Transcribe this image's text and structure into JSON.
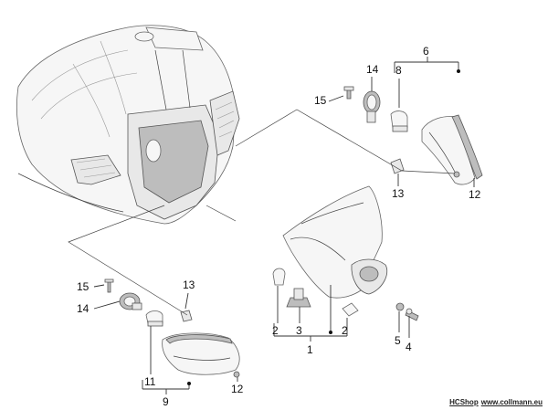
{
  "diagram": {
    "callouts": [
      {
        "id": "c6",
        "label": "6"
      },
      {
        "id": "c8",
        "label": "8"
      },
      {
        "id": "c14a",
        "label": "14"
      },
      {
        "id": "c15a",
        "label": "15"
      },
      {
        "id": "c13a",
        "label": "13"
      },
      {
        "id": "c12a",
        "label": "12"
      },
      {
        "id": "c15b",
        "label": "15"
      },
      {
        "id": "c13b",
        "label": "13"
      },
      {
        "id": "c14b",
        "label": "14"
      },
      {
        "id": "c2a",
        "label": "2"
      },
      {
        "id": "c3",
        "label": "3"
      },
      {
        "id": "c2b",
        "label": "2"
      },
      {
        "id": "c1",
        "label": "1"
      },
      {
        "id": "c5",
        "label": "5"
      },
      {
        "id": "c4",
        "label": "4"
      },
      {
        "id": "c11",
        "label": "11"
      },
      {
        "id": "c12b",
        "label": "12"
      },
      {
        "id": "c9",
        "label": "9"
      }
    ]
  },
  "footer": {
    "shop": "HCShop",
    "site": "www.collmann.eu"
  }
}
